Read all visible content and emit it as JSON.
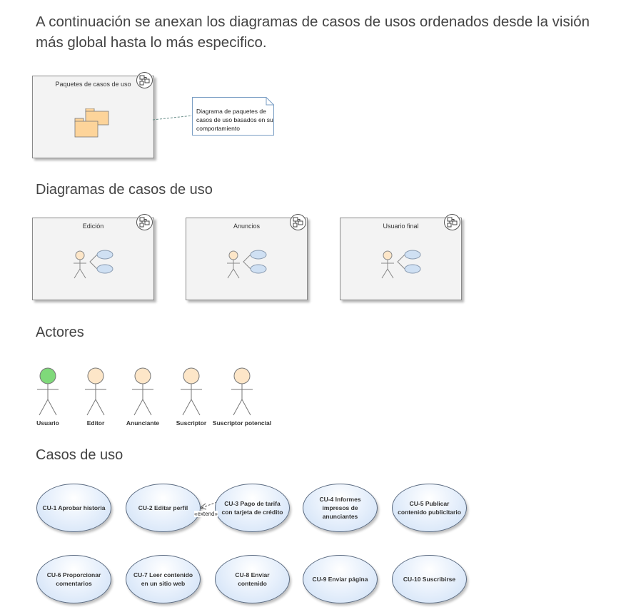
{
  "intro_text": "A continuación se anexan los diagramas de casos de usos ordenados desde la visión más global hasta lo más especifico.",
  "packages_frame": {
    "title": "Paquetes de casos de uso"
  },
  "note": {
    "text": "Diagrama de paquetes de casos de uso basados en su comportamiento"
  },
  "sections": {
    "diagramas": "Diagramas de casos de uso",
    "actores": "Actores",
    "casos": "Casos de uso"
  },
  "diagrams": [
    {
      "title": "Edición"
    },
    {
      "title": "Anuncios"
    },
    {
      "title": "Usuario final"
    }
  ],
  "actors": [
    {
      "label": "Usuario",
      "head_color": "#7fd97a"
    },
    {
      "label": "Editor",
      "head_color": "#fde6c8"
    },
    {
      "label": "Anunciante",
      "head_color": "#fde6c8"
    },
    {
      "label": "Suscriptor",
      "head_color": "#fde6c8"
    },
    {
      "label": "Suscriptor potencial",
      "head_color": "#fde6c8"
    }
  ],
  "use_cases": [
    {
      "label": "CU-1 Aprobar historia"
    },
    {
      "label": "CU-2 Editar perfil"
    },
    {
      "label": "CU-3 Pago de tarifa con tarjeta de crédito"
    },
    {
      "label": "CU-4 Informes impresos de anunciantes"
    },
    {
      "label": "CU-5 Publicar contenido publicitario"
    },
    {
      "label": "CU-6 Proporcionar comentarios"
    },
    {
      "label": "CU-7 Leer contenido en un sitio web"
    },
    {
      "label": "CU-8 Enviar contenido"
    },
    {
      "label": "CU-9 Enviar página"
    },
    {
      "label": "CU-10 Suscribirse"
    }
  ],
  "extend_label": "«extend»",
  "colors": {
    "frame_bg": "#f3f3f3",
    "folder_fill": "#fdd49a",
    "usecase_fill": "#dde9f8",
    "actor_head": "#fde6c8",
    "actor_primary_head": "#7fd97a"
  },
  "icons": {
    "diagram_badge": "diagram-link-icon",
    "package": "folder-package-icon",
    "actor": "stick-figure-icon",
    "usecase": "usecase-ellipse-icon"
  }
}
